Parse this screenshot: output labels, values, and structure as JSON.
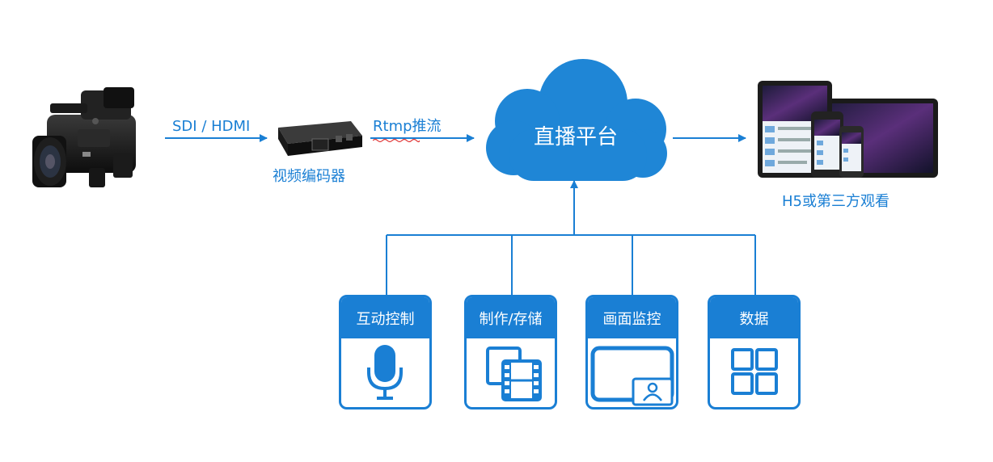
{
  "colors": {
    "accent": "#1a7fd4",
    "cloud": "#1f86d6",
    "text_on_accent": "#ffffff"
  },
  "labels": {
    "input_link": "SDI / HDMI",
    "encoder": "视频编码器",
    "rtmp_link": "Rtmp推流",
    "platform": "直播平台",
    "viewers": "H5或第三方观看"
  },
  "modules": [
    {
      "label": "互动控制",
      "icon": "microphone-icon"
    },
    {
      "label": "制作/存储",
      "icon": "film-icon"
    },
    {
      "label": "画面监控",
      "icon": "monitor-icon"
    },
    {
      "label": "数据",
      "icon": "grid-icon"
    }
  ],
  "devices": {
    "source": "video-camera-image",
    "encoder": "encoder-box-image",
    "viewers": "tablet-phones-image"
  }
}
